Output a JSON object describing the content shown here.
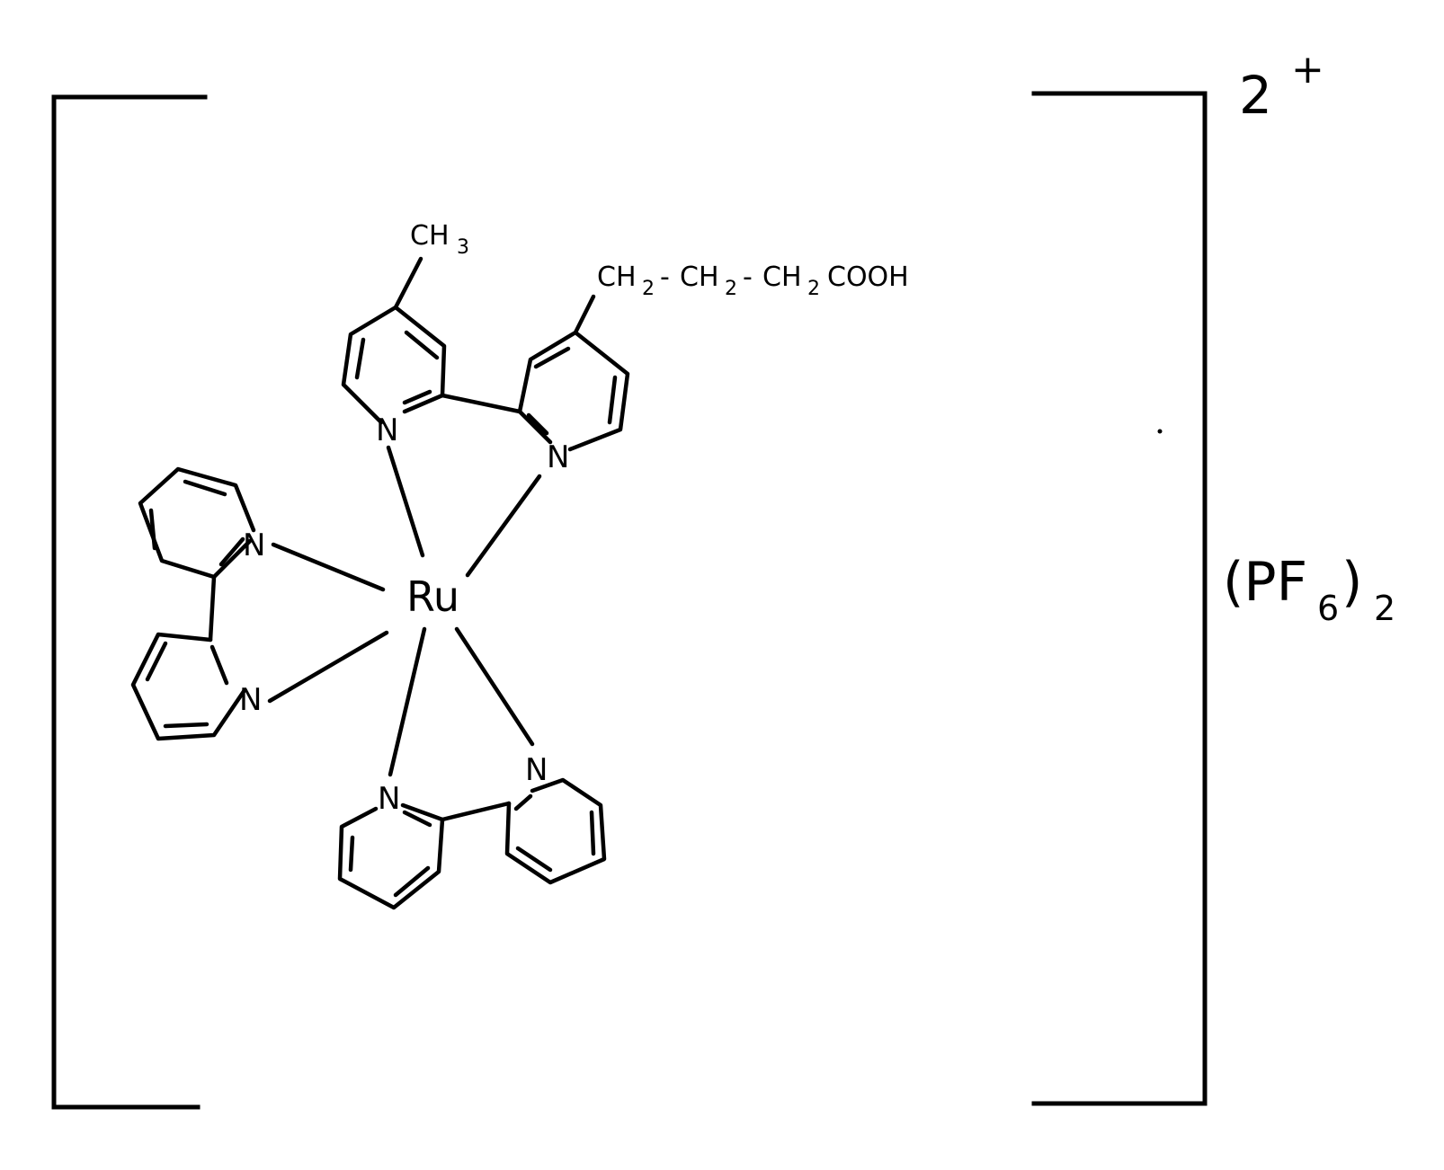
{
  "complex": {
    "metal": "Ru",
    "charge": "2+",
    "counter_ion": "(PF6)2",
    "counter_ion_parts": {
      "open": "(PF",
      "sub6": "6",
      "close": ")",
      "sub2": "2"
    },
    "charge_parts": {
      "num": "2",
      "sign": "+"
    }
  },
  "ligands": {
    "nitrogen_label": "N",
    "methyl_group": "CH3",
    "methyl_parts": {
      "ch": "CH",
      "sub": "3"
    },
    "acid_chain": "CH2-CH2-CH2COOH",
    "acid_parts": {
      "ch": "CH",
      "sub": "2",
      "dash": "-",
      "cooh": "COOH"
    }
  }
}
